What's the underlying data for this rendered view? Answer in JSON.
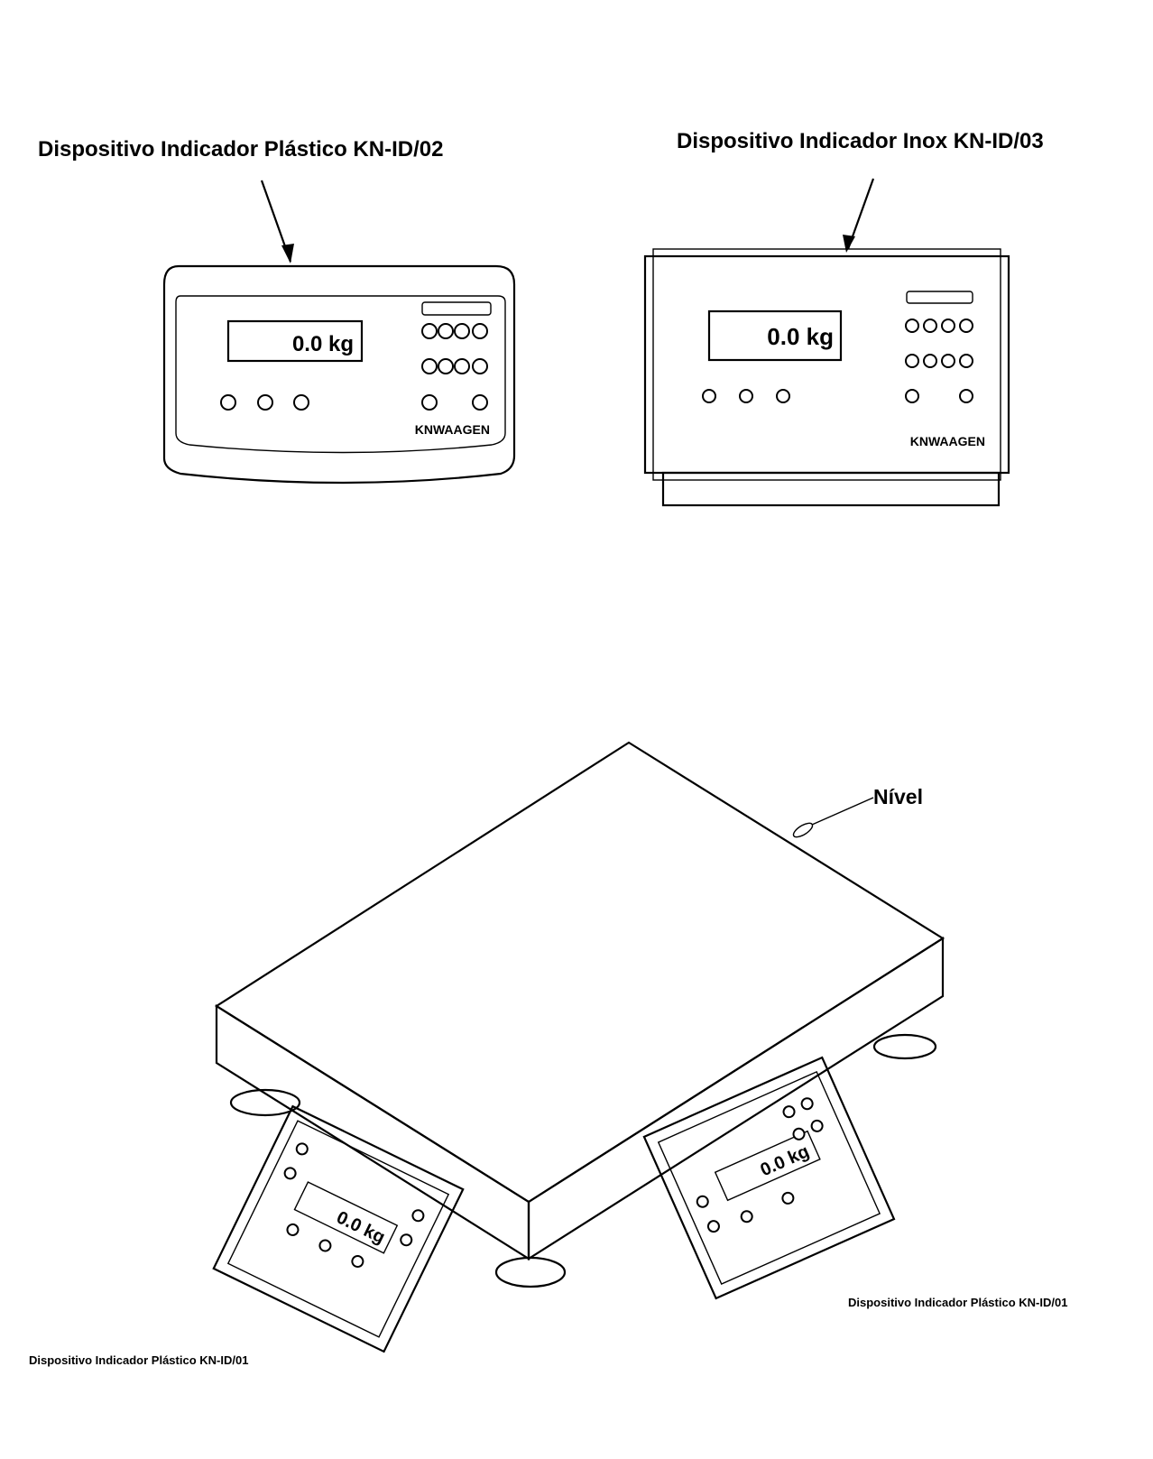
{
  "labels": {
    "plastic_top": "Dispositivo Indicador Plástico KN-ID/02",
    "inox_top": "Dispositivo Indicador Inox KN-ID/03",
    "nivel": "Nível",
    "plastic_bottom_right": "Dispositivo Indicador Plástico KN-ID/01",
    "plastic_bottom_left": "Dispositivo Indicador Plástico KN-ID/01"
  },
  "displays": {
    "plastic_top": "0.0 kg",
    "inox_top": "0.0 kg",
    "bottom_left": "0.0 kg",
    "bottom_right": "0.0 kg"
  },
  "brand": {
    "plastic_top": "KNWAAGEN",
    "inox_top": "KNWAAGEN"
  }
}
